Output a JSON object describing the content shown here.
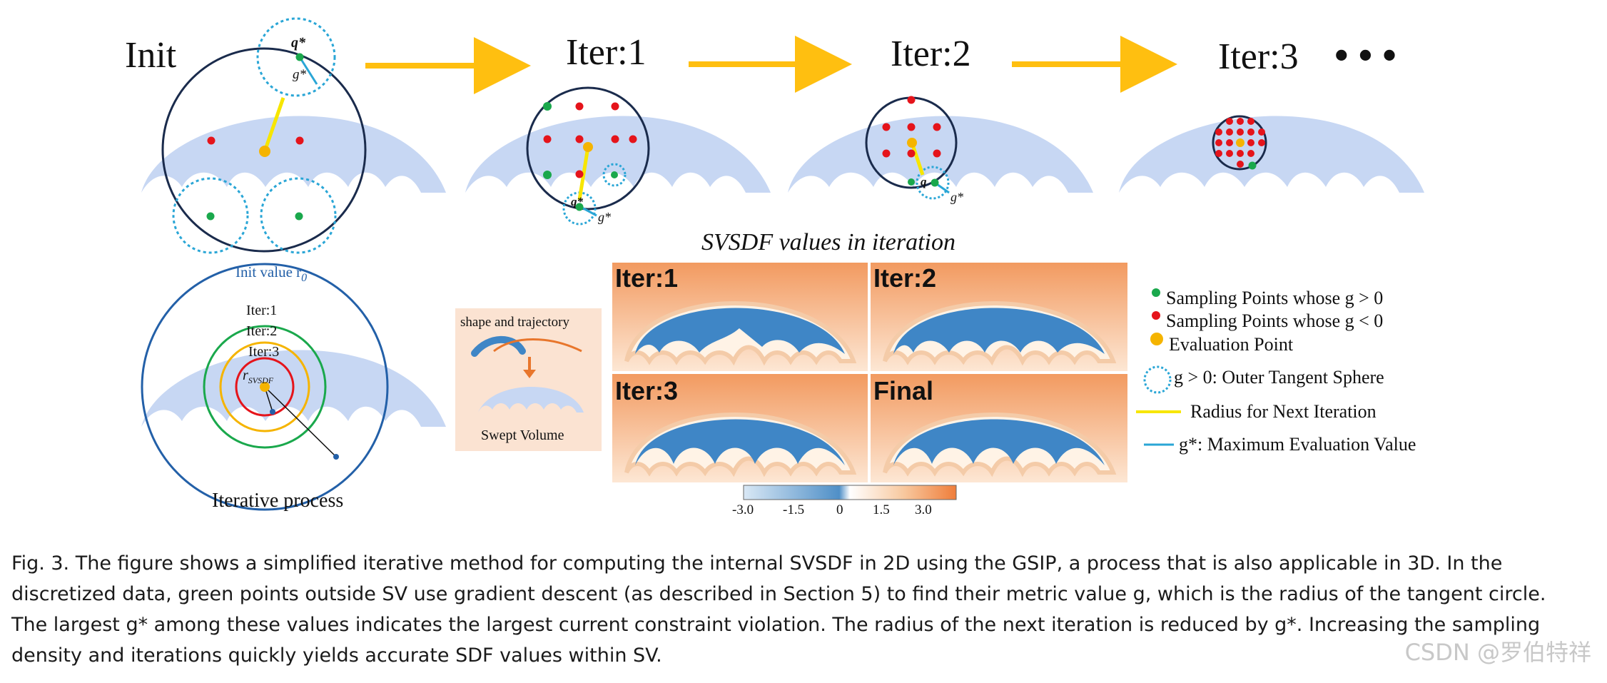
{
  "panels": [
    {
      "title": "Init"
    },
    {
      "title": "Iter:1"
    },
    {
      "title": "Iter:2"
    },
    {
      "title": "Iter:3"
    }
  ],
  "ellipsis": "• • •",
  "labels": {
    "g_star_top": "g*",
    "g_star": "g*",
    "q_star": "q*",
    "q": "q"
  },
  "iterative": {
    "init_value": "Init value r",
    "init_value_sub": "0",
    "iter1": "Iter:1",
    "iter2": "Iter:2",
    "iter3": "Iter:3",
    "r_svsdf": "r",
    "r_svsdf_sub": "SVSDF",
    "caption": "Iterative process"
  },
  "inset": {
    "top": "shape and trajectory",
    "bottom": "Swept Volume"
  },
  "heatmap": {
    "title": "SVSDF values in iteration",
    "panels": [
      "Iter:1",
      "Iter:2",
      "Iter:3",
      "Final"
    ],
    "colorbar_ticks": [
      "-3.0",
      "-1.5",
      "0",
      "1.5",
      "3.0"
    ]
  },
  "legend": {
    "green": "Sampling Points  whose g > 0",
    "red": "Sampling Points  whose g < 0",
    "orange": "Evaluation Point",
    "sphere": "g > 0: Outer Tangent Sphere",
    "yellow": "Radius for Next Iteration",
    "blue": "g*: Maximum Evaluation Value"
  },
  "colors": {
    "shape": "#c7d7f3",
    "circle": "#1a2b4c",
    "tangent": "#2aa6d6",
    "green": "#1aa84c",
    "red": "#e5141b",
    "orange": "#f5b400",
    "arrow": "#ffbf10",
    "heat_low": "#3f86c6",
    "heat_high": "#ef7d3a"
  },
  "caption": "Fig. 3.  The figure shows a simplified iterative method for computing the internal SVSDF in 2D using the GSIP, a process that is also applicable in 3D. In the discretized data, green points outside SV use gradient descent (as described in Section 5) to find their metric value g, which is the radius of the tangent circle. The largest g* among these values indicates the largest current constraint violation. The radius of the next iteration is reduced by g*. Increasing the sampling density and iterations quickly yields accurate SDF values within SV.",
  "watermark": "CSDN @罗伯特祥"
}
